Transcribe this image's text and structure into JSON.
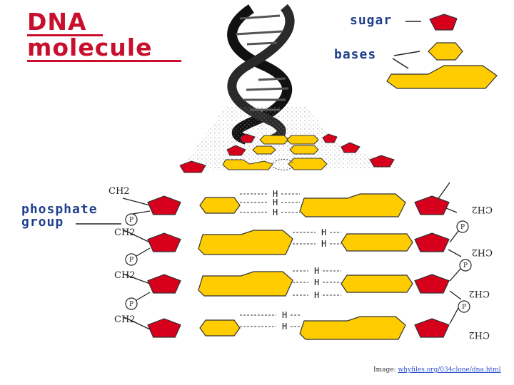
{
  "title": {
    "line1": "DNA",
    "line2": "molecule"
  },
  "legend": {
    "sugar": "sugar",
    "bases": "bases"
  },
  "phosphate_label": {
    "line1": "phosphate",
    "line2": "group"
  },
  "chem": {
    "ch2": "CH2",
    "p": "P",
    "h": "H"
  },
  "credit": {
    "prefix": "Image:",
    "link": "whyfiles.org/034clone/dna.html"
  },
  "colors": {
    "sugar": "#d6001c",
    "base": "#ffcc00",
    "title": "#c8102e",
    "label": "#1f3f8c"
  }
}
